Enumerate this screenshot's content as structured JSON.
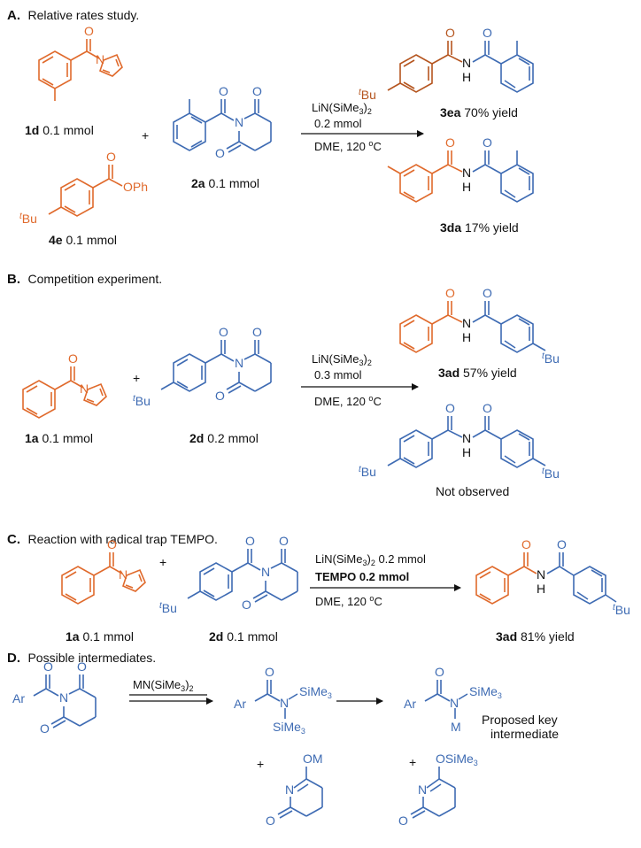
{
  "colors": {
    "orange": "#e06a2c",
    "blue": "#3e6bb3",
    "text": "#111111",
    "highlight": "#2f63b4"
  },
  "sectionA": {
    "letter": "A.",
    "title": "Relative rates study.",
    "cpd1d_id": "1d",
    "cpd1d_amt": " 0.1 mmol",
    "cpd4e_id": "4e",
    "cpd4e_amt": " 0.1 mmol",
    "cpd2a_id": "2a",
    "cpd2a_amt": " 0.1 mmol",
    "plus": "+",
    "reagent_pre": "LiN(SiMe",
    "reagent_sub": "3",
    "reagent_post": ")",
    "reagent_sub2": "2",
    "amount": "0.2 mmol",
    "solvent": "DME, 120 ",
    "deg": "o",
    "degC": "C",
    "prod1_id": "3ea",
    "prod1_yield": " 70% yield",
    "prod2_id": "3da",
    "prod2_yield": " 17% yield",
    "tBu_t": "t",
    "tBu_Bu": "Bu",
    "OPh": "OPh",
    "O": "O",
    "N": "N",
    "NH": "N",
    "H": "H"
  },
  "sectionB": {
    "letter": "B.",
    "title": "Competition experiment.",
    "cpd1a_id": "1a",
    "cpd1a_amt": " 0.1 mmol",
    "cpd2d_id": "2d",
    "cpd2d_amt": " 0.2 mmol",
    "plus": "+",
    "amount": "0.3 mmol",
    "solvent": "DME, 120 ",
    "prod1_id": "3ad",
    "prod1_yield": " 57% yield",
    "not_observed": "Not observed"
  },
  "sectionC": {
    "letter": "C.",
    "title": "Reaction with radical trap TEMPO.",
    "cpd1a_id": "1a",
    "cpd1a_amt": " 0.1 mmol",
    "cpd2d_id": "2d",
    "cpd2d_amt": " 0.1 mmol",
    "plus": "+",
    "reagent_amount": " 0.2 mmol",
    "tempo": "TEMPO 0.2 mmol",
    "solvent": "DME, 120 ",
    "prod_id": "3ad",
    "prod_yield": " 81% yield"
  },
  "sectionD": {
    "letter": "D.",
    "title": "Possible intermediates.",
    "reagent_pre": "MN(SiMe",
    "Ar": "Ar",
    "SiMe3": "SiMe",
    "sub3": "3",
    "M": "M",
    "OM": "OM",
    "OSiMe3": "OSiMe",
    "plus": "+",
    "proposed1": "Proposed key",
    "proposed2": "intermediate"
  }
}
